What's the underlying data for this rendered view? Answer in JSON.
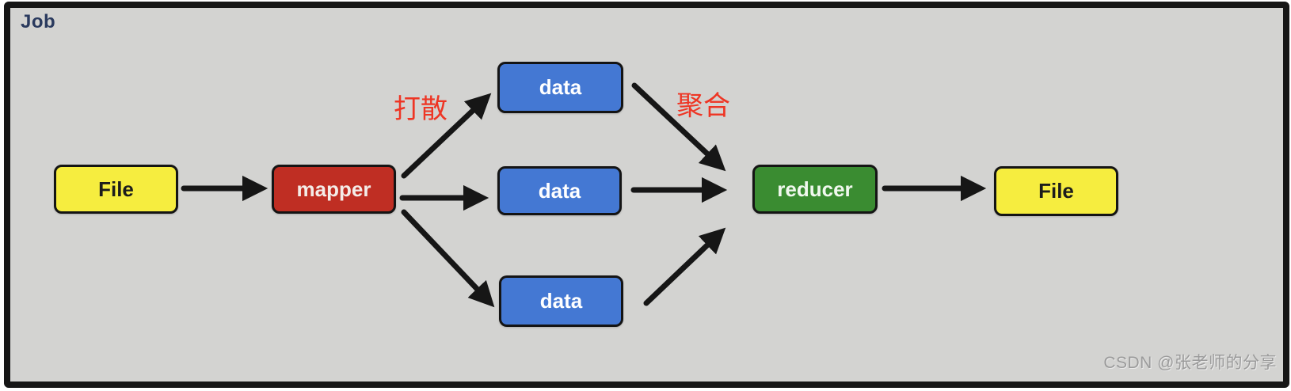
{
  "frame": {
    "title": "Job",
    "title_color": "#2a3a5e",
    "background": "#d3d3d1",
    "border_color": "#161616",
    "edge_color": "#161616"
  },
  "nodes": [
    {
      "id": "file-in",
      "label": "File",
      "fill": "#f6ed3f",
      "text_color": "#1c1c1c"
    },
    {
      "id": "mapper",
      "label": "mapper",
      "fill": "#bf2e23",
      "text_color": "#f4ece8"
    },
    {
      "id": "data-top",
      "label": "data",
      "fill": "#4478d3",
      "text_color": "#ffffff"
    },
    {
      "id": "data-middle",
      "label": "data",
      "fill": "#4478d3",
      "text_color": "#ffffff"
    },
    {
      "id": "data-bottom",
      "label": "data",
      "fill": "#4478d3",
      "text_color": "#ffffff"
    },
    {
      "id": "reducer",
      "label": "reducer",
      "fill": "#3a8c31",
      "text_color": "#f0f8ee"
    },
    {
      "id": "file-out",
      "label": "File",
      "fill": "#f6ed3f",
      "text_color": "#1c1c1c"
    }
  ],
  "annotations": [
    {
      "id": "scatter",
      "text": "打散",
      "color": "#ee3524"
    },
    {
      "id": "aggregate",
      "text": "聚合",
      "color": "#ee3524"
    }
  ],
  "edges": [
    {
      "from": "file-in",
      "to": "mapper"
    },
    {
      "from": "mapper",
      "to": "data-top"
    },
    {
      "from": "mapper",
      "to": "data-middle"
    },
    {
      "from": "mapper",
      "to": "data-bottom"
    },
    {
      "from": "data-top",
      "to": "reducer"
    },
    {
      "from": "data-middle",
      "to": "reducer"
    },
    {
      "from": "data-bottom",
      "to": "reducer"
    },
    {
      "from": "reducer",
      "to": "file-out"
    }
  ],
  "watermark": {
    "text": "CSDN @张老师的分享",
    "color": "#9b9b9b"
  }
}
